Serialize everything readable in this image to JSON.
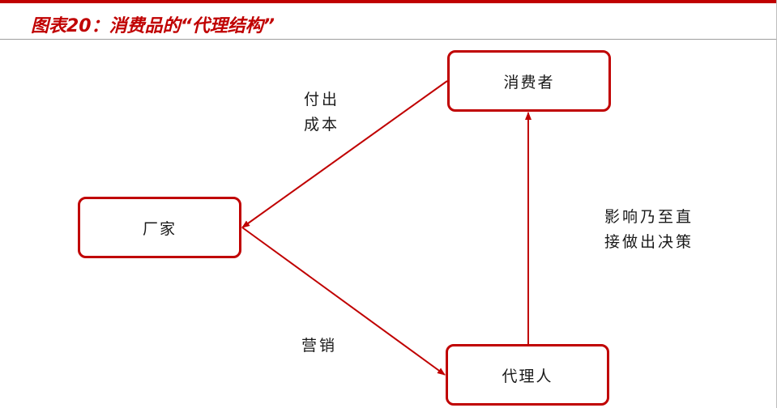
{
  "title": "图表20：消费品的“代理结构”",
  "nodes": {
    "consumer": "消费者",
    "manufacturer": "厂家",
    "agent": "代理人"
  },
  "edges": {
    "consumer_to_manufacturer": {
      "line1": "付出",
      "line2": "成本"
    },
    "manufacturer_to_agent": {
      "line1": "营销"
    },
    "agent_to_consumer": {
      "line1": "影响乃至直",
      "line2": "接做出决策"
    }
  },
  "colors": {
    "accent": "#c00000",
    "text": "#1a1a1a"
  }
}
